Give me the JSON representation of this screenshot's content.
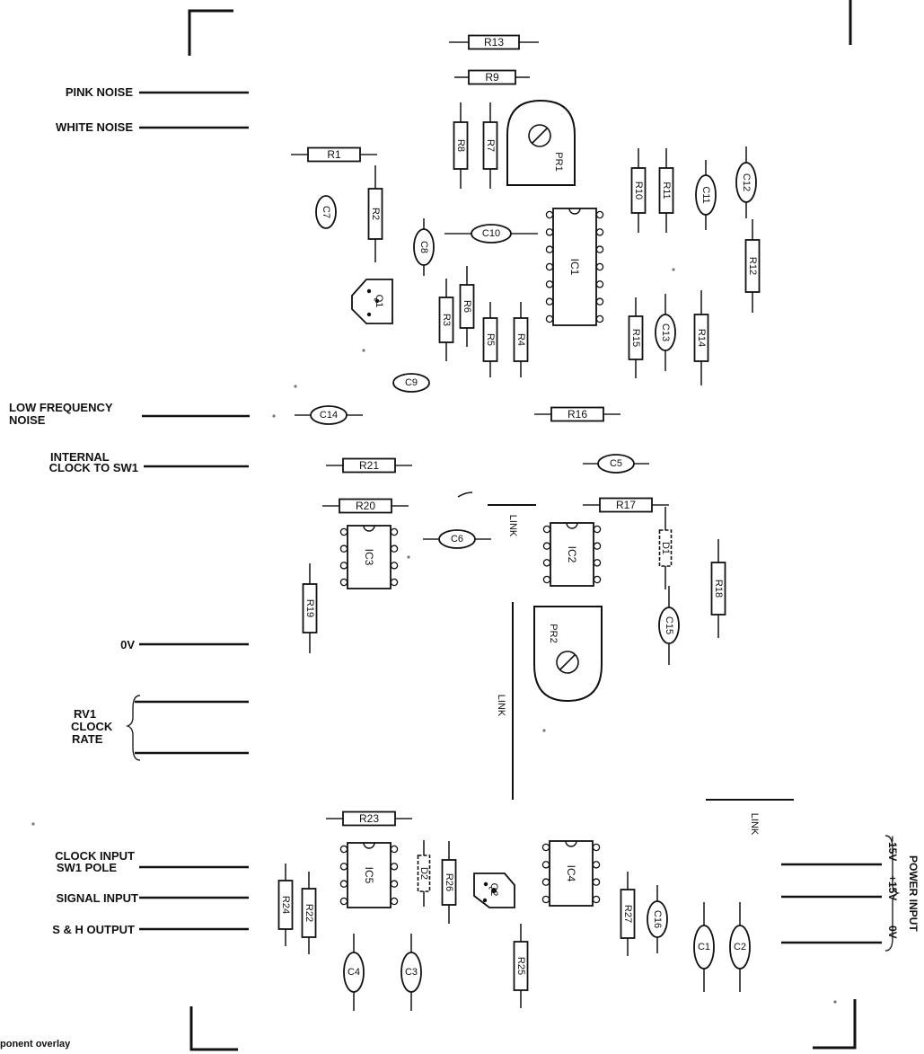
{
  "labels": {
    "pink_noise": "PINK NOISE",
    "white_noise": "WHITE NOISE",
    "low_frequency_1": "LOW FREQUENCY",
    "low_frequency_2": "NOISE",
    "internal_clock_1": "INTERNAL",
    "internal_clock_2": "CLOCK TO SW1",
    "zero_v": "0V",
    "rv1_1": "RV1",
    "rv1_2": "CLOCK",
    "rv1_3": "RATE",
    "clock_input_1": "CLOCK INPUT",
    "clock_input_2": "SW1 POLE",
    "signal_input": "SIGNAL INPUT",
    "sh_output": "S & H OUTPUT",
    "power_input": "POWER INPUT",
    "power_minus15": "−15V",
    "power_plus15": "+15V",
    "power_0v": "0V",
    "caption": "ponent overlay"
  },
  "resistors_h": [
    {
      "id": "R13",
      "text": "R13"
    },
    {
      "id": "R9",
      "text": "R9"
    },
    {
      "id": "R1",
      "text": "R1"
    },
    {
      "id": "R16",
      "text": "R16"
    },
    {
      "id": "R21",
      "text": "R21"
    },
    {
      "id": "R20",
      "text": "R20"
    },
    {
      "id": "R17",
      "text": "R17"
    },
    {
      "id": "R23",
      "text": "R23"
    }
  ],
  "resistors_v": [
    {
      "id": "R8",
      "text": "R8"
    },
    {
      "id": "R7",
      "text": "R7"
    },
    {
      "id": "R2",
      "text": "R2"
    },
    {
      "id": "R10",
      "text": "R10"
    },
    {
      "id": "R11",
      "text": "R11"
    },
    {
      "id": "R12",
      "text": "R12"
    },
    {
      "id": "R6",
      "text": "R6"
    },
    {
      "id": "R3",
      "text": "R3"
    },
    {
      "id": "R5",
      "text": "R5"
    },
    {
      "id": "R4",
      "text": "R4"
    },
    {
      "id": "R15",
      "text": "R15"
    },
    {
      "id": "R14",
      "text": "R14"
    },
    {
      "id": "R18",
      "text": "R18"
    },
    {
      "id": "R19",
      "text": "R19"
    },
    {
      "id": "R24",
      "text": "R24"
    },
    {
      "id": "R22",
      "text": "R22"
    },
    {
      "id": "R26",
      "text": "R26"
    },
    {
      "id": "R27",
      "text": "R27"
    },
    {
      "id": "R25",
      "text": "R25"
    }
  ],
  "capacitors_h": [
    {
      "id": "C10",
      "text": "C10"
    },
    {
      "id": "C9",
      "text": "C9"
    },
    {
      "id": "C14",
      "text": "C14"
    },
    {
      "id": "C5",
      "text": "C5"
    },
    {
      "id": "C6",
      "text": "C6"
    }
  ],
  "capacitors_v": [
    {
      "id": "C7",
      "text": "C7"
    },
    {
      "id": "C8",
      "text": "C8"
    },
    {
      "id": "C11",
      "text": "C11"
    },
    {
      "id": "C12",
      "text": "C12"
    },
    {
      "id": "C13",
      "text": "C13"
    },
    {
      "id": "C15",
      "text": "C15"
    },
    {
      "id": "C16",
      "text": "C16"
    },
    {
      "id": "C1",
      "text": "C1"
    },
    {
      "id": "C2",
      "text": "C2"
    },
    {
      "id": "C4",
      "text": "C4"
    },
    {
      "id": "C3",
      "text": "C3"
    }
  ],
  "ics": [
    {
      "id": "IC1",
      "text": "IC1"
    },
    {
      "id": "IC3",
      "text": "IC3"
    },
    {
      "id": "IC2",
      "text": "IC2"
    },
    {
      "id": "IC5",
      "text": "IC5"
    },
    {
      "id": "IC4",
      "text": "IC4"
    }
  ],
  "diodes": [
    {
      "id": "D1",
      "text": "D1"
    },
    {
      "id": "D2",
      "text": "D2"
    }
  ],
  "transistors": [
    {
      "id": "Q1",
      "text": "Q1"
    },
    {
      "id": "Q2",
      "text": "Q2"
    }
  ],
  "presets": [
    {
      "id": "PR1",
      "text": "PR1"
    },
    {
      "id": "PR2",
      "text": "PR2"
    }
  ],
  "links": [
    {
      "id": "link-1",
      "text": "LINK"
    },
    {
      "id": "link-2",
      "text": "LINK"
    },
    {
      "id": "link-3",
      "text": "LINK"
    }
  ]
}
